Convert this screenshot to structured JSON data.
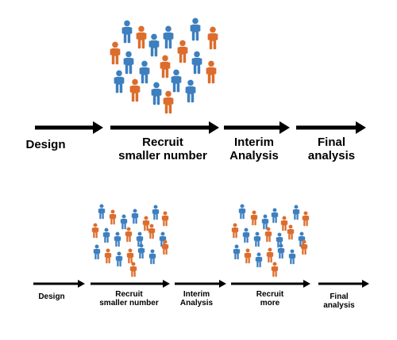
{
  "colors": {
    "blue": "#3d7fbf",
    "orange": "#dc6d2d",
    "arrow": "#000000",
    "background": "#ffffff"
  },
  "icons": {
    "figure": "person-icon",
    "arrow": "arrow-right-icon"
  },
  "top_design": {
    "stages": [
      {
        "label": "Design"
      },
      {
        "label": "Recruit",
        "label2": "smaller number"
      },
      {
        "label": "Interim",
        "label2": "Analysis"
      },
      {
        "label": "Final",
        "label2": "analysis"
      }
    ]
  },
  "bottom_design": {
    "stages": [
      {
        "label": "Design"
      },
      {
        "label": "Recruit",
        "label2": "smaller number"
      },
      {
        "label": "Interim",
        "label2": "Analysis"
      },
      {
        "label": "Recruit",
        "label2": "more"
      },
      {
        "label": "Final",
        "label2": "analysis"
      }
    ]
  }
}
